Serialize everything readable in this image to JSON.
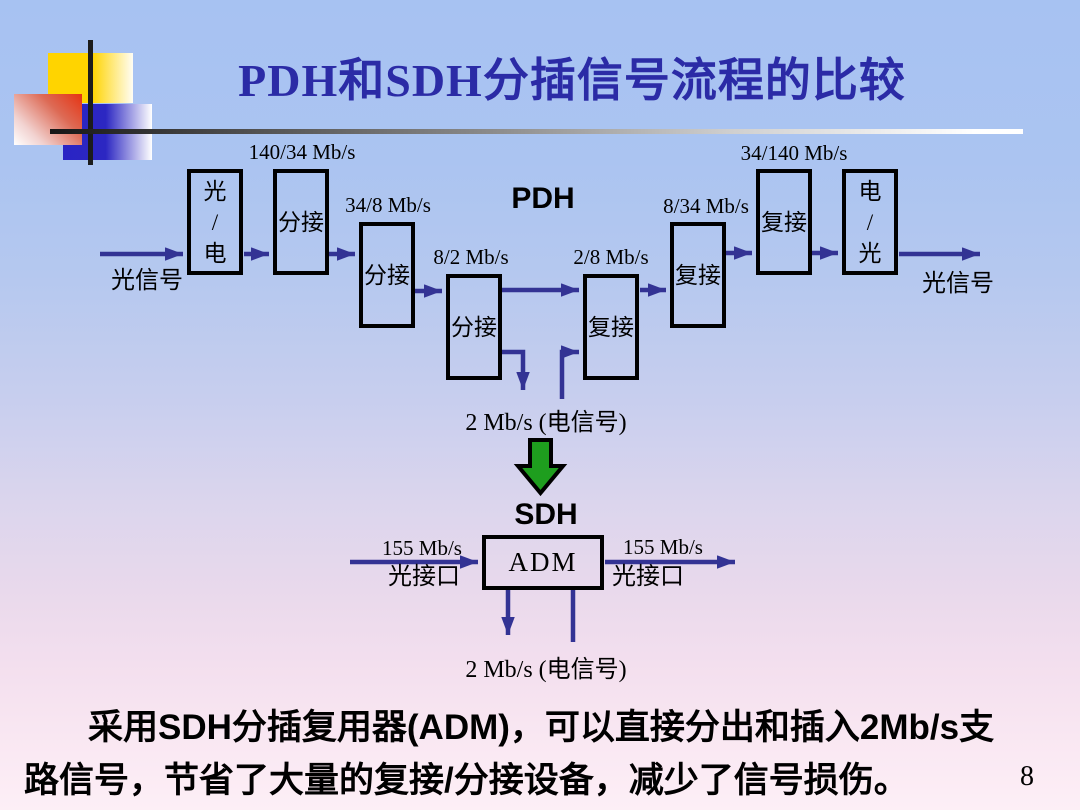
{
  "slide": {
    "title": "PDH和SDH分插信号流程的比较",
    "page_number": "8"
  },
  "pdh": {
    "section_label": "PDH",
    "input_signal": "光信号",
    "output_signal": "光信号",
    "boxes": [
      {
        "name": "optical-to-electrical",
        "lines": [
          "光",
          "/",
          "电"
        ]
      },
      {
        "name": "demux-140-34",
        "lines": [
          "分接"
        ]
      },
      {
        "name": "demux-34-8",
        "lines": [
          "分接"
        ]
      },
      {
        "name": "demux-8-2",
        "lines": [
          "分接"
        ]
      },
      {
        "name": "mux-2-8",
        "lines": [
          "复接"
        ]
      },
      {
        "name": "mux-8-34",
        "lines": [
          "复接"
        ]
      },
      {
        "name": "mux-34-140",
        "lines": [
          "复接"
        ]
      },
      {
        "name": "electrical-to-optical",
        "lines": [
          "电",
          "/",
          "光"
        ]
      }
    ],
    "rate_labels": [
      "140/34 Mb/s",
      "34/8 Mb/s",
      "8/2 Mb/s",
      "2/8 Mb/s",
      "8/34 Mb/s",
      "34/140 Mb/s"
    ],
    "tributary_label": "2 Mb/s (电信号)"
  },
  "sdh": {
    "section_label": "SDH",
    "adm_label": "ADM",
    "left_rate": "155 Mb/s",
    "right_rate": "155 Mb/s",
    "left_port": "光接口",
    "right_port": "光接口",
    "tributary_label": "2 Mb/s (电信号)"
  },
  "caption": {
    "line1": "采用SDH分插复用器(ADM)，可以直接分出和插入2Mb/s支",
    "line2": "路信号，节省了大量的复接/分接设备，减少了信号损伤。"
  },
  "colors": {
    "arrow_blue": "#333394",
    "title_blue": "#2b2ba6",
    "green_arrow": "#1e9e1e",
    "bg_top": "#a7c2f2",
    "bg_bottom": "#fdeff6"
  }
}
